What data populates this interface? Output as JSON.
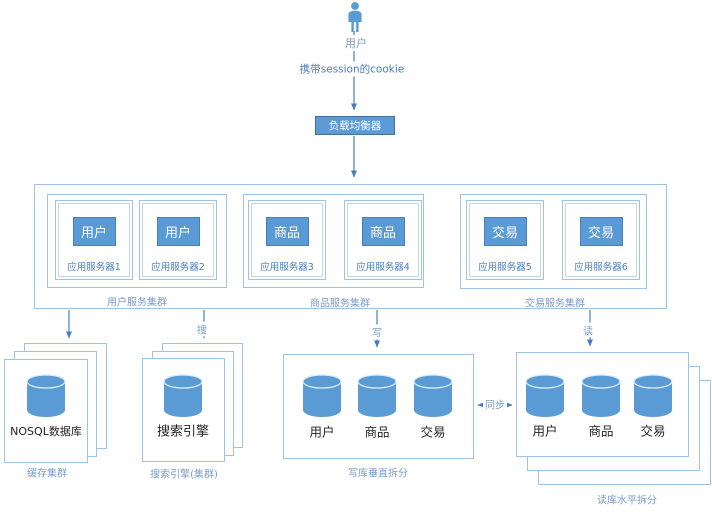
{
  "colors": {
    "accent_fill": "#5b9bd5",
    "border_light": "#9dc3e6",
    "line": "#4a7ebb",
    "label_muted": "#7b9cc9",
    "text_dark": "#1f1f1f"
  },
  "top": {
    "user_label": "用户",
    "cookie_label": "携带session的cookie",
    "load_balancer_label": "负载均衡器"
  },
  "clusters": [
    {
      "label": "用户服务集群",
      "servers": [
        {
          "tag": "用户",
          "name": "应用服务器1"
        },
        {
          "tag": "用户",
          "name": "应用服务器2"
        }
      ]
    },
    {
      "label": "商品服务集群",
      "servers": [
        {
          "tag": "商品",
          "name": "应用服务器3"
        },
        {
          "tag": "商品",
          "name": "应用服务器4"
        }
      ]
    },
    {
      "label": "交易服务集群",
      "servers": [
        {
          "tag": "交易",
          "name": "应用服务器5"
        },
        {
          "tag": "交易",
          "name": "应用服务器6"
        }
      ]
    }
  ],
  "flow_labels": {
    "search": "搜",
    "write": "写",
    "read": "读",
    "sync": "同步"
  },
  "storage": {
    "cache": {
      "db_label": "NOSQL数据库",
      "caption": "缓存集群"
    },
    "search_engine": {
      "db_label": "搜索引擎",
      "caption": "搜索引擎(集群)"
    },
    "write_db": {
      "db_labels": [
        "用户",
        "商品",
        "交易"
      ],
      "caption": "写库垂直拆分"
    },
    "read_db": {
      "db_labels": [
        "用户",
        "商品",
        "交易"
      ],
      "caption": "读库水平拆分"
    }
  }
}
